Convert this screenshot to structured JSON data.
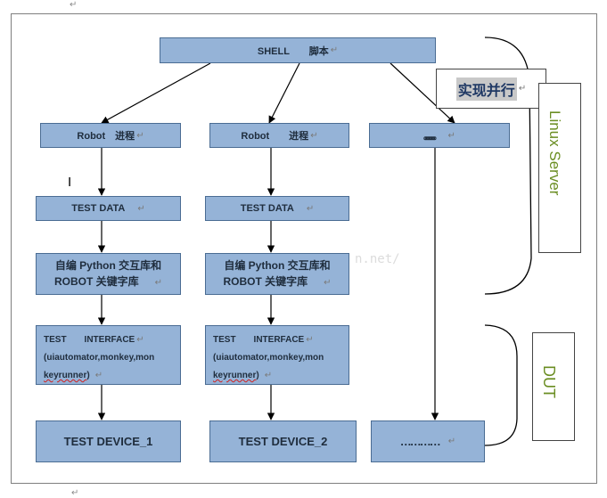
{
  "diagram": {
    "shell": {
      "text": "SHELL　　脚本"
    },
    "callout_parallel": {
      "text": "实现并行"
    },
    "labels": {
      "linux_server": "Linux Server",
      "dut": "DUT"
    },
    "columns": [
      {
        "robot": "Robot　进程",
        "test_data": "TEST DATA",
        "library_line1": "自编 Python 交互库和",
        "library_line2": "ROBOT 关键字库",
        "iface_title": "TEST　　INTERFACE",
        "iface_paren": "(uiautomator,monkey,mon",
        "iface_tail": "keyrunner",
        "iface_close": ")",
        "device": "TEST DEVICE_1"
      },
      {
        "robot": "Robot　　进程",
        "test_data": "TEST DATA",
        "library_line1": "自编 Python 交互库和",
        "library_line2": "ROBOT 关键字库",
        "iface_title": "TEST　　INTERFACE",
        "iface_paren": "(uiautomator,monkey,mon",
        "iface_tail": "keyrunner",
        "iface_close": ")",
        "device": "TEST DEVICE_2"
      },
      {
        "robot": "。。。。。。。。",
        "device": "…………"
      }
    ],
    "watermark": "n.net/",
    "paragraph_mark": "↵",
    "text_cursor": "I"
  }
}
